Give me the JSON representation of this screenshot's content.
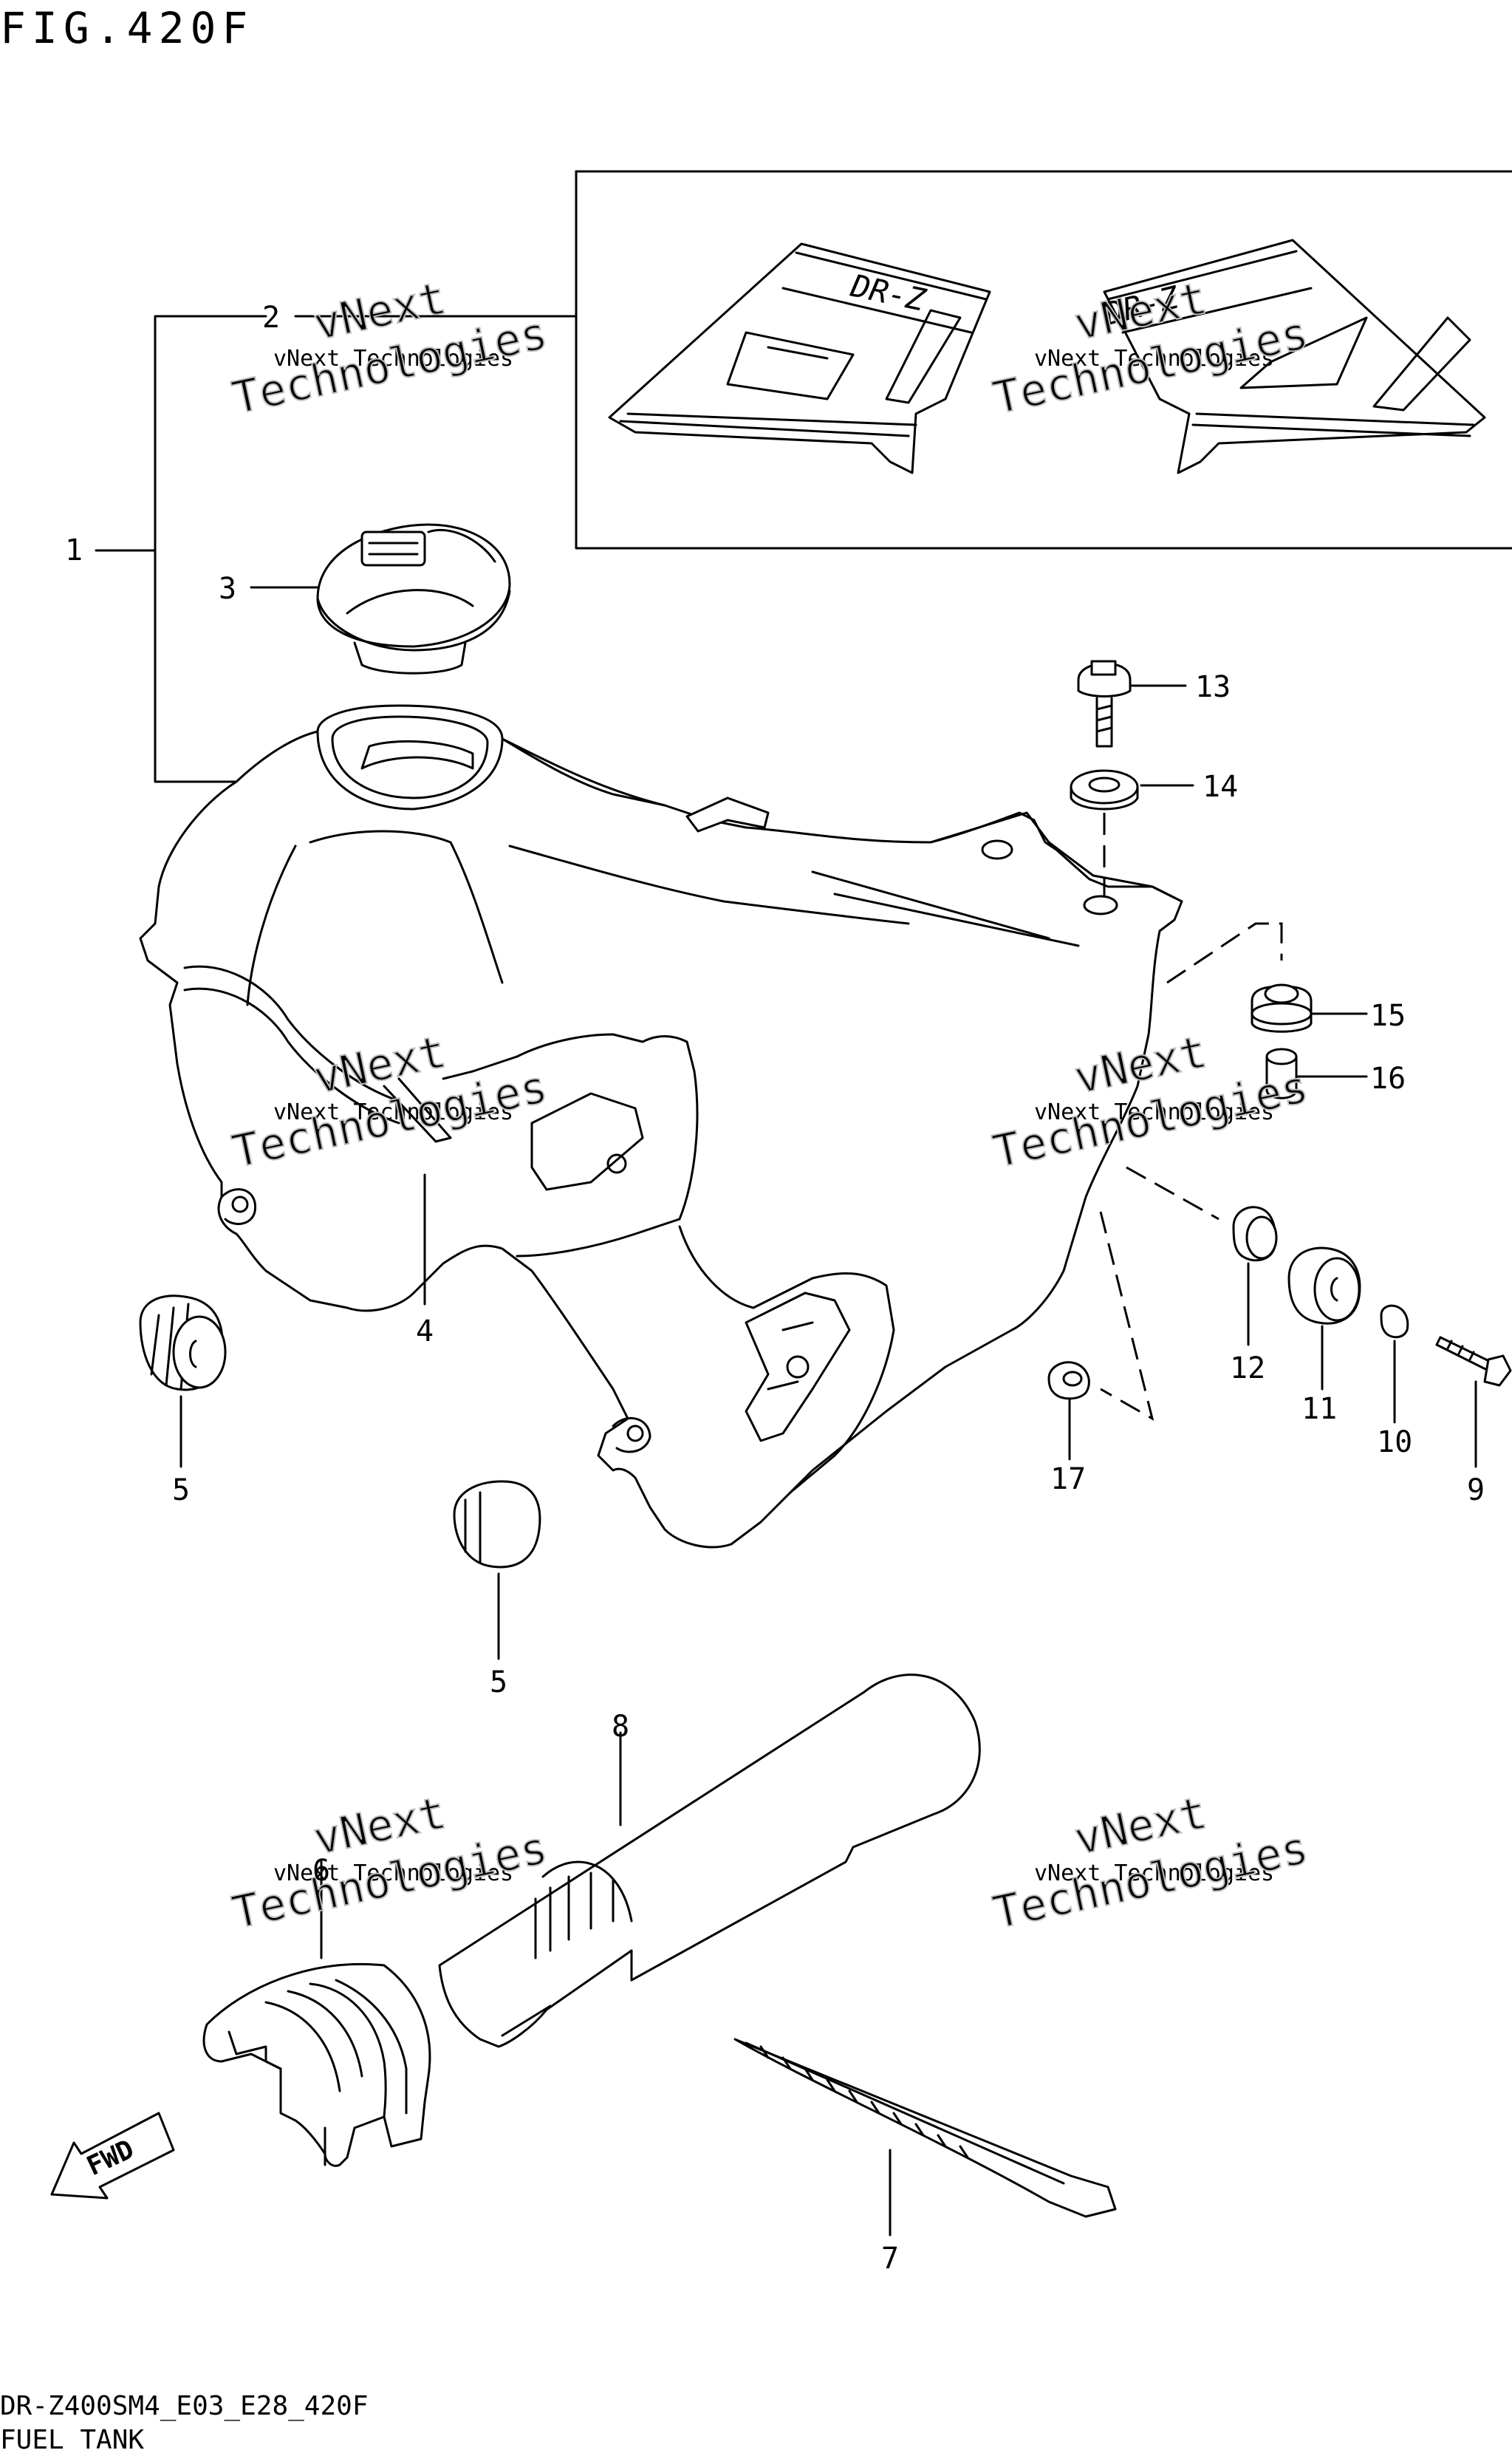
{
  "figure": {
    "title": "FIG.420F",
    "code": "DR-Z400SM4_E03_E28_420F",
    "name": "FUEL TANK"
  },
  "watermark": {
    "line1": "vNext Technologies",
    "line2": "vNext",
    "line3": "Technologies"
  },
  "parts": [
    {
      "id": "1",
      "label": "1"
    },
    {
      "id": "2",
      "label": "2"
    },
    {
      "id": "3",
      "label": "3"
    },
    {
      "id": "4",
      "label": "4"
    },
    {
      "id": "5a",
      "label": "5"
    },
    {
      "id": "5b",
      "label": "5"
    },
    {
      "id": "6",
      "label": "6"
    },
    {
      "id": "7",
      "label": "7"
    },
    {
      "id": "8",
      "label": "8"
    },
    {
      "id": "9",
      "label": "9"
    },
    {
      "id": "10",
      "label": "10"
    },
    {
      "id": "11",
      "label": "11"
    },
    {
      "id": "12",
      "label": "12"
    },
    {
      "id": "13",
      "label": "13"
    },
    {
      "id": "14",
      "label": "14"
    },
    {
      "id": "15",
      "label": "15"
    },
    {
      "id": "16",
      "label": "16"
    },
    {
      "id": "17",
      "label": "17"
    }
  ],
  "decal_text": "DR-Z",
  "fwd_arrow": "FWD"
}
